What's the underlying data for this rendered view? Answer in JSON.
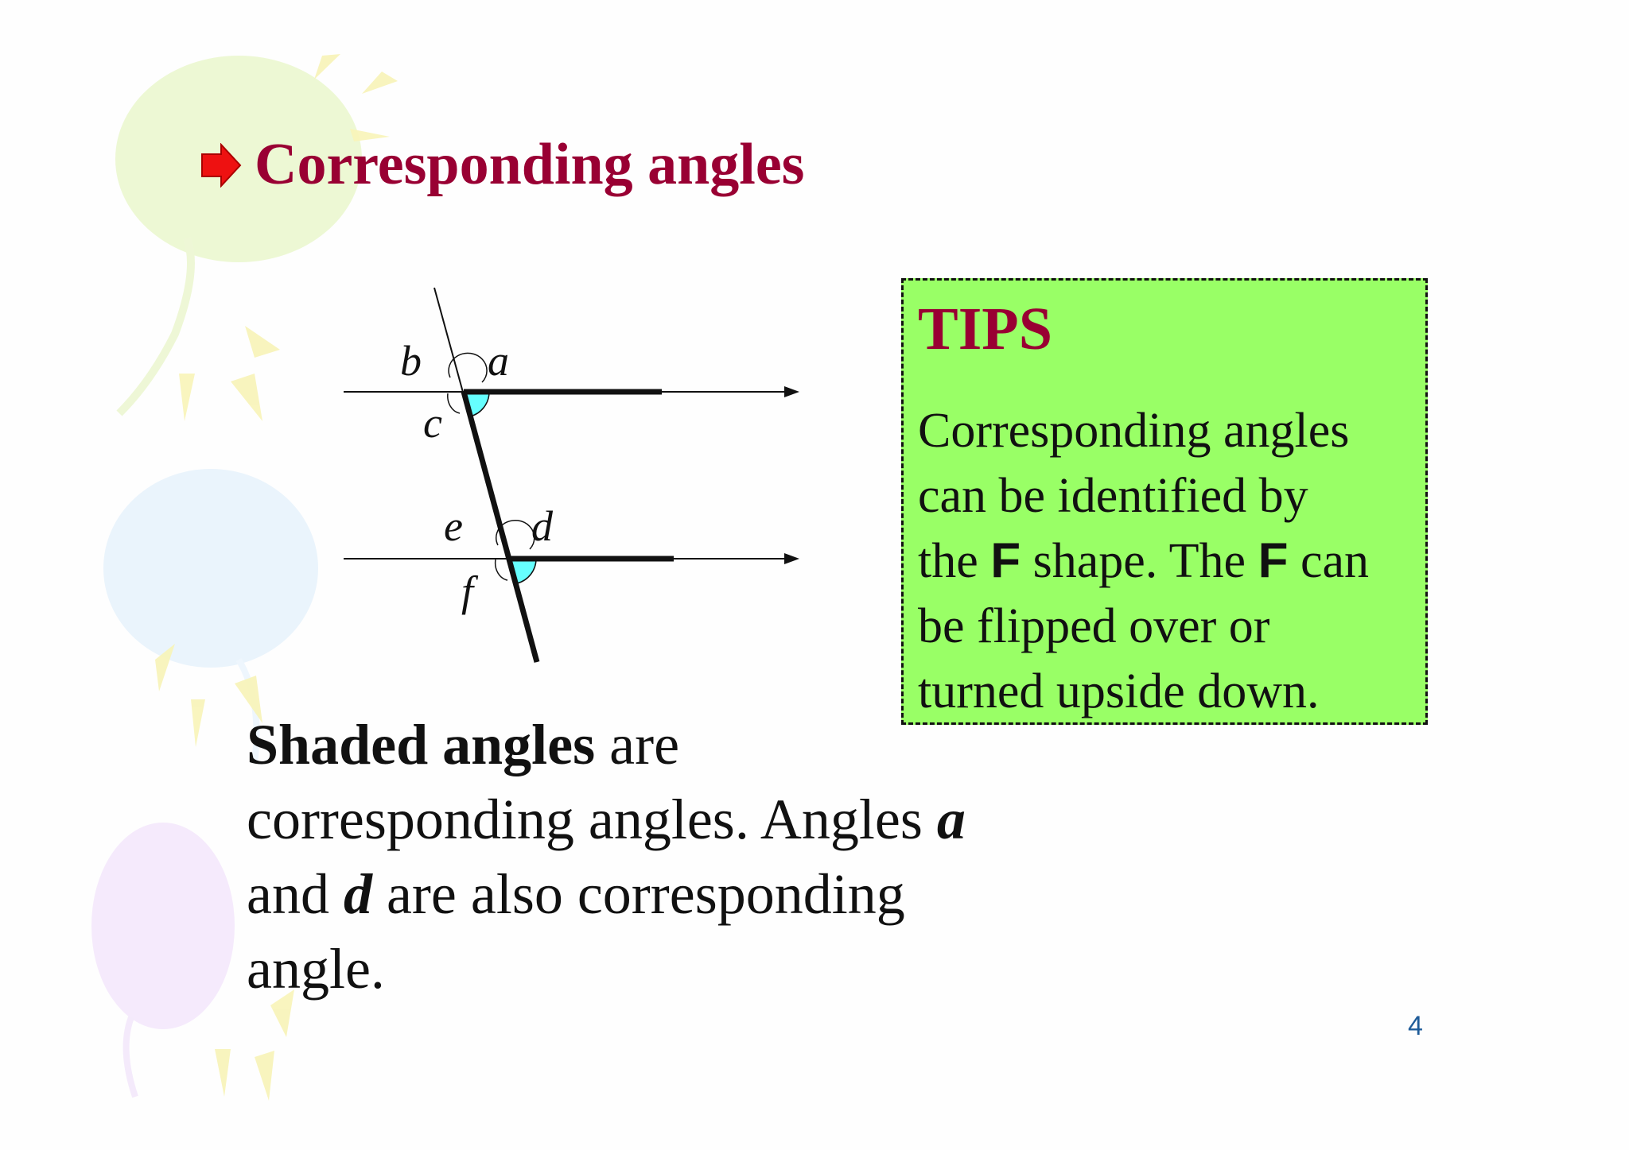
{
  "slide": {
    "title": "Corresponding angles",
    "page_number": "4"
  },
  "diagram": {
    "labels": {
      "a": "a",
      "b": "b",
      "c": "c",
      "d": "d",
      "e": "e",
      "f": "f"
    },
    "shade_color": "#66ffff"
  },
  "tips": {
    "heading": "TIPS",
    "lines": [
      {
        "text": "Corresponding angles"
      },
      {
        "text": "can be identified by"
      },
      {
        "pre": "the ",
        "f1": "F",
        "mid": " shape. The ",
        "f2": "F",
        "post": " can"
      },
      {
        "text": "be flipped over or"
      },
      {
        "text": "turned upside down."
      }
    ],
    "box_color": "#99ff66"
  },
  "main": {
    "line1_bold": "Shaded angles",
    "line1_rest": " are",
    "line2_text": "corresponding angles. Angles ",
    "line2_var": "a",
    "line3_pre": "and ",
    "line3_var": "d",
    "line3_rest": " are also corresponding",
    "line4_text": "angle."
  },
  "colors": {
    "title": "#990033",
    "page_number": "#1f5c99"
  }
}
